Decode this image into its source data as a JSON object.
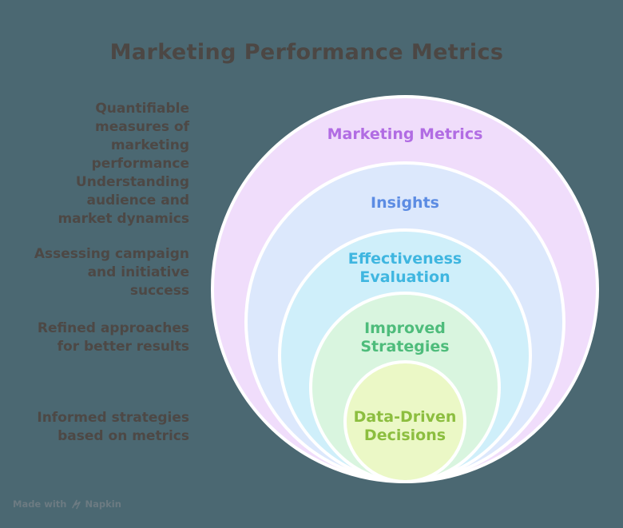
{
  "title": "Marketing Performance Metrics",
  "background_color": "#4B6872",
  "text_color": "#4D4845",
  "ring_stroke_color": "#FFFFFF",
  "watermark": {
    "prefix": "Made with",
    "brand": "Napkin",
    "color": "#6C7B82",
    "icon": "napkin-logo-icon"
  },
  "diagram": {
    "type": "nested-circles",
    "rings": [
      {
        "label": "Marketing Metrics",
        "annotation": "Quantifiable\nmeasures of\nmarketing\nperformance",
        "fill": "#F0DDFB",
        "label_color": "#B16CE3"
      },
      {
        "label": "Insights",
        "annotation": "Understanding\naudience and\nmarket dynamics",
        "fill": "#DCE8FC",
        "label_color": "#5C8CE3"
      },
      {
        "label": "Effectiveness\nEvaluation",
        "annotation": "Assessing campaign\nand initiative\nsuccess",
        "fill": "#CFEFFA",
        "label_color": "#3FB6E0"
      },
      {
        "label": "Improved\nStrategies",
        "annotation": "Refined approaches\nfor better results",
        "fill": "#D9F5DF",
        "label_color": "#4EBC7B"
      },
      {
        "label": "Data-Driven\nDecisions",
        "annotation": "Informed strategies\nbased on metrics",
        "fill": "#EBF8C6",
        "label_color": "#8CBE3F"
      }
    ]
  }
}
